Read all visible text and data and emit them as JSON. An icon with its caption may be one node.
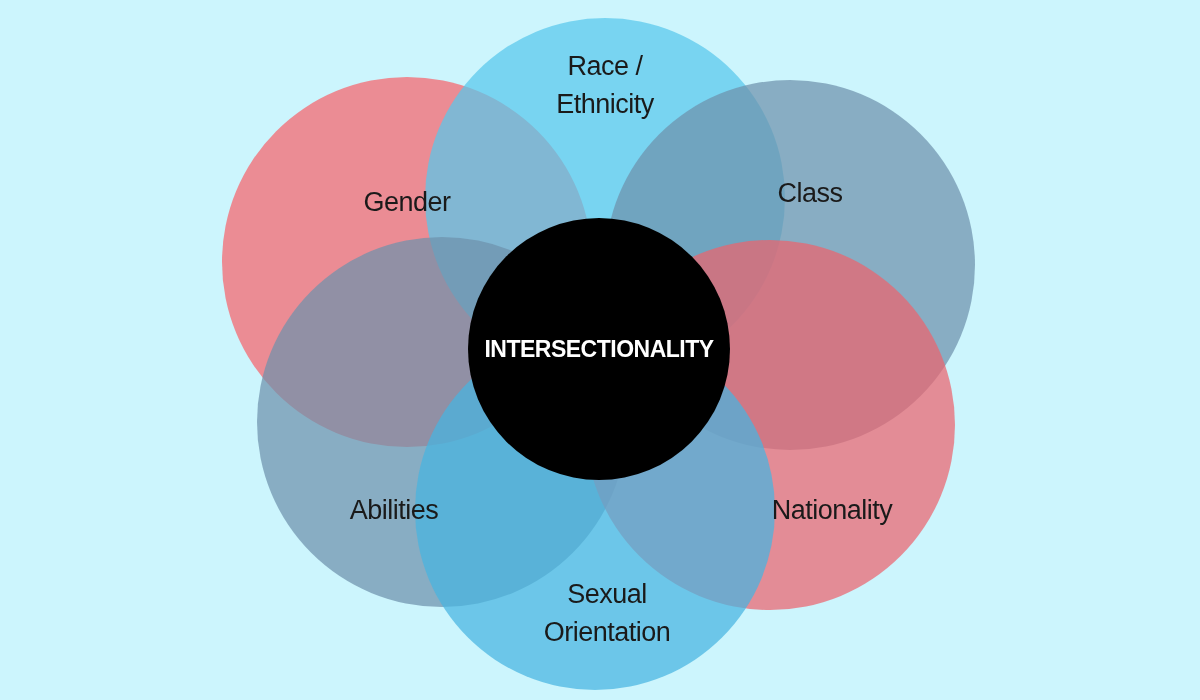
{
  "diagram": {
    "nodes": [
      {
        "text": [
          "Race / Ethnicity"
        ]
      },
      {
        "text": [
          "Gender"
        ]
      },
      {
        "text": [
          "Class"
        ]
      },
      {
        "text": [
          "INTERSECTIONALITY"
        ]
      },
      {
        "text": [
          "Abilities"
        ]
      },
      {
        "text": [
          "Nationality"
        ]
      },
      {
        "text": [
          "Sexual Orientation"
        ]
      }
    ],
    "edges": []
  }
}
